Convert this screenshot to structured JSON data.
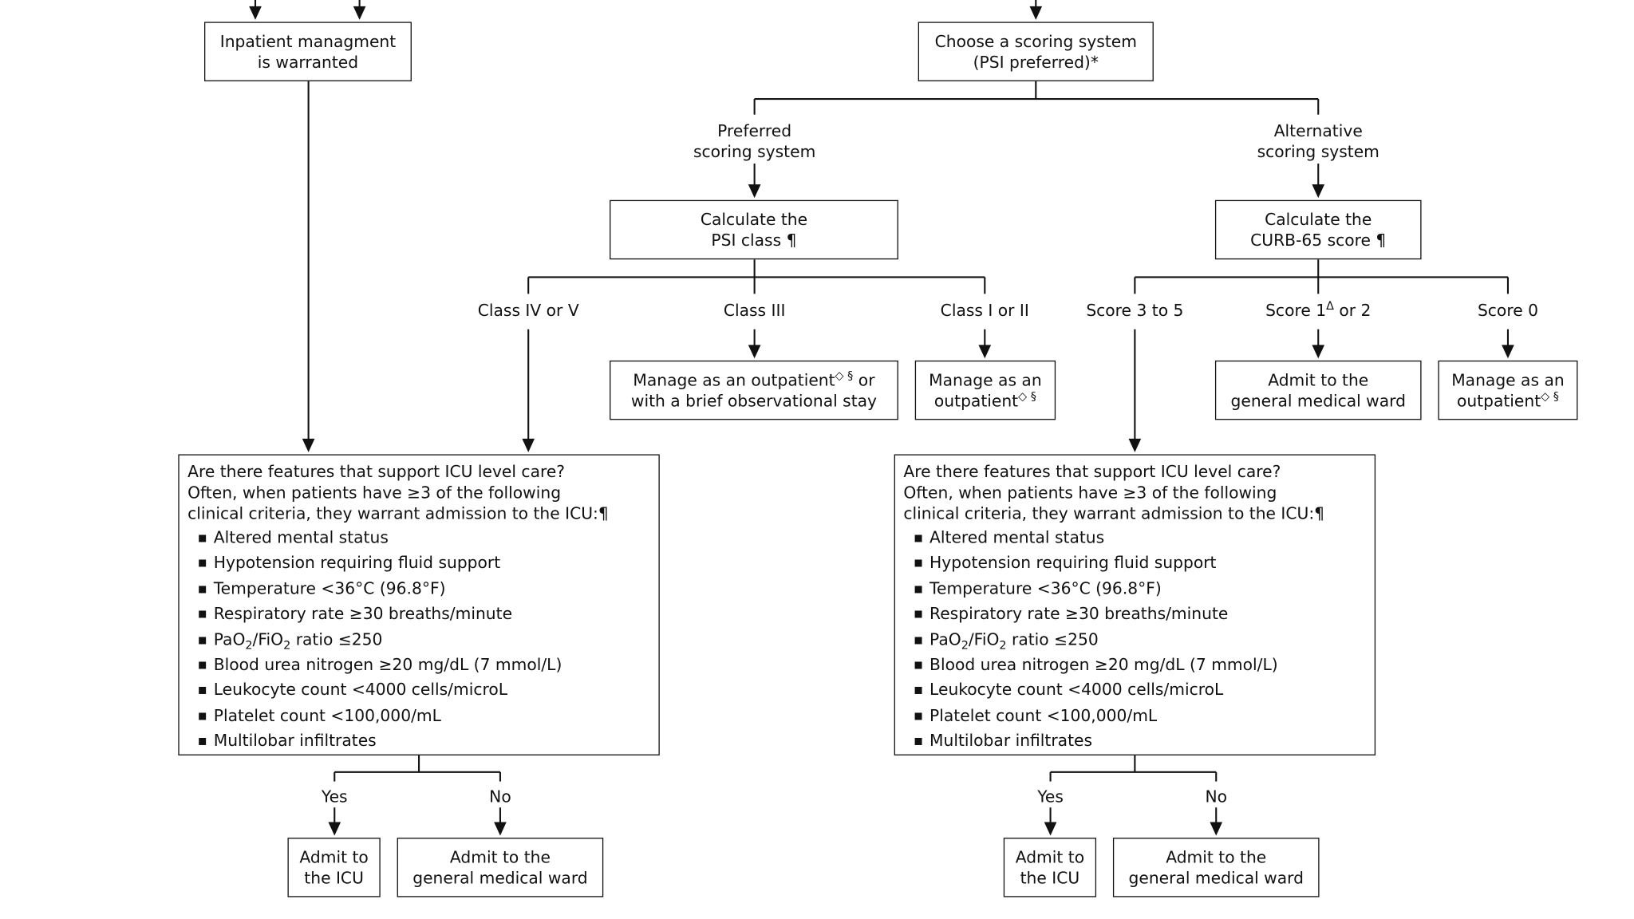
{
  "boxes": {
    "inpatient": [
      "Inpatient managment",
      "is warranted"
    ],
    "choose": [
      "Choose a scoring system",
      "(PSI preferred)*"
    ],
    "calc_psi": [
      "Calculate the",
      "PSI class",
      "¶"
    ],
    "calc_curb": [
      "Calculate the",
      "CURB-65 score",
      "¶"
    ],
    "psi_class3_outcome": [
      "Manage as an outpatient",
      "◇ §",
      " or",
      "with a brief observational stay"
    ],
    "psi_class12_outcome": [
      "Manage as an",
      "outpatient",
      "◇ §"
    ],
    "curb_12_outcome": [
      "Admit to the",
      "general medical ward"
    ],
    "curb_0_outcome": [
      "Manage as an",
      "outpatient",
      "◇ §"
    ],
    "admit_icu_left": [
      "Admit to",
      "the ICU"
    ],
    "admit_ward_left": [
      "Admit to the",
      "general medical ward"
    ],
    "admit_icu_right": [
      "Admit to",
      "the ICU"
    ],
    "admit_ward_right": [
      "Admit to the",
      "general medical ward"
    ]
  },
  "labels": {
    "preferred": [
      "Preferred",
      "scoring system"
    ],
    "alternative": [
      "Alternative",
      "scoring system"
    ],
    "class45": "Class IV or V",
    "class3": "Class III",
    "class12": "Class I or II",
    "score35": "Score 3 to 5",
    "score12_a": "Score 1",
    "score12_sup": "Δ",
    "score12_b": " or 2",
    "score0": "Score 0",
    "yes": "Yes",
    "no": "No"
  },
  "icu_criteria": {
    "question": [
      "Are there features that support ICU level care?",
      "Often, when patients have ≥3 of the following",
      "clinical criteria, they warrant admission to the ICU:",
      "¶"
    ],
    "items": [
      [
        "Altered mental status"
      ],
      [
        "Hypotension requiring fluid support"
      ],
      [
        "Temperature <36°C (96.8°F)"
      ],
      [
        "Respiratory rate ≥30 breaths/minute"
      ],
      [
        "PaO",
        "2",
        "/FiO",
        "2",
        " ratio ≤250"
      ],
      [
        "Blood urea nitrogen ≥20 mg/dL (7 mmol/L)"
      ],
      [
        "Leukocyte count <4000 cells/microL"
      ],
      [
        "Platelet count <100,000/mL"
      ],
      [
        "Multilobar infiltrates"
      ]
    ]
  },
  "colors": {
    "line": "#111111",
    "background": "#ffffff"
  }
}
